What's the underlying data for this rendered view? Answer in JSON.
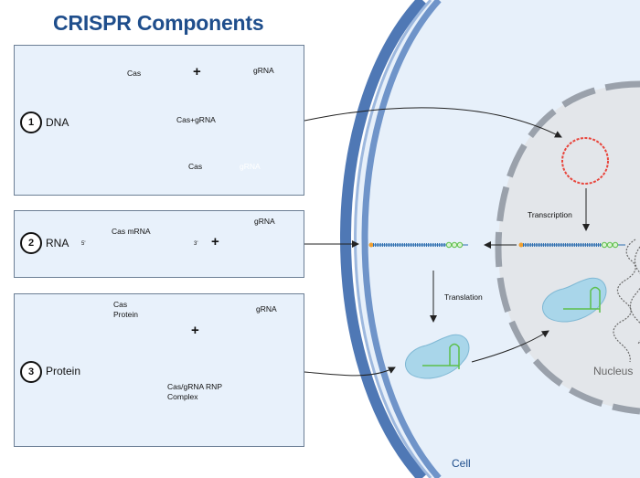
{
  "title": "CRISPR Components",
  "panels": [
    {
      "number": "1",
      "name": "DNA",
      "labels": {
        "cas": "Cas",
        "grna": "gRNA",
        "combo": "Cas+gRNA",
        "gene_cas": "Cas",
        "gene_grna": "gRNA"
      },
      "plus": "+"
    },
    {
      "number": "2",
      "name": "RNA",
      "labels": {
        "cas_mrna": "Cas mRNA",
        "grna": "gRNA",
        "five": "5'",
        "three": "3'"
      },
      "plus": "+"
    },
    {
      "number": "3",
      "name": "Protein",
      "labels": {
        "cas_protein_line1": "Cas",
        "cas_protein_line2": "Protein",
        "grna": "gRNA",
        "rnp_line1": "Cas/gRNA RNP",
        "rnp_line2": "Complex"
      },
      "plus": "+"
    }
  ],
  "cell": {
    "label": "Cell",
    "nucleus_label": "Nucleus",
    "transcription": "Transcription",
    "translation": "Translation"
  },
  "colors": {
    "title": "#1f4e8c",
    "plasmid": "#e8453c",
    "grna": "#5cbf4a",
    "protein": "#a9d6ea",
    "membrane": "#4f78b5",
    "cell_fill": "#e7f0fa",
    "nucleus_fill": "#e3e6ea"
  }
}
